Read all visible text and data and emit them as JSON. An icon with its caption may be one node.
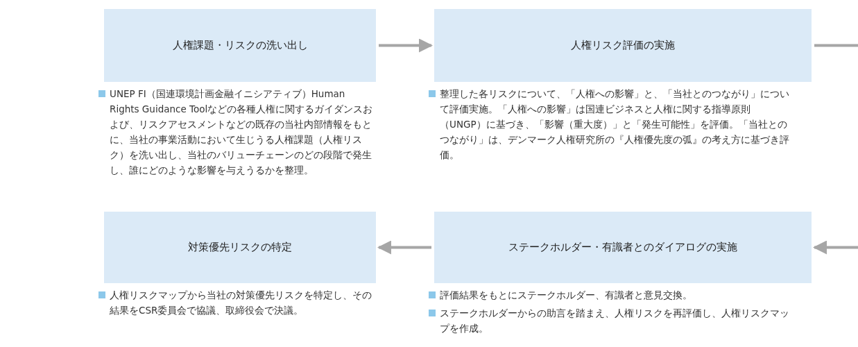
{
  "diagram": {
    "nodes": [
      {
        "text": [
          "人権課題・リスクの洗い出し"
        ],
        "beside": [
          "UNEP FI（国連環境計画金融イニシアティブ）Human Rights Guidance Toolなどの各種人権に関するガイダンスおよび、リスクアセスメントなどの既存の当社内部情報をもとに、当社の事業活動において生じうる人権課題（人権リスク）を洗い出し、当社のバリューチェーンのどの段階で発生し、誰にどのような影響を与えうるかを整理。"
        ]
      },
      {
        "text": [
          "人権リスク評価の実施"
        ],
        "beside": [
          "整理した各リスクについて、「人権への影響」と、「当社とのつながり」について評価実施。「人権への影響」は国連ビジネスと人権に関する指導原則（UNGP）に基づき、「影響（重大度）」と「発生可能性」を評価。「当社とのつながり」は、デンマーク人権研究所の『人権優先度の弧』の考え方に基づき評価。"
        ]
      },
      {
        "text": [
          "対策優先リスクの特定"
        ],
        "beside": [
          "人権リスクマップから当社の対策優先リスクを特定し、その結果をCSR委員会で協議、取締役会で決議。"
        ]
      },
      {
        "text": [
          "ステークホルダー・有識者とのダイアログの実施"
        ],
        "beside": [
          "評価結果をもとにステークホルダー、有識者と意見交換。",
          "ステークホルダーからの助言を踏まえ、人権リスクを再評価し、人権リスクマップを作成。"
        ]
      }
    ],
    "edges": [
      {
        "from": 0,
        "to": 1,
        "arrow": "to"
      },
      {
        "from": 1,
        "to": null,
        "arrow": "none"
      },
      {
        "from": null,
        "to": 3,
        "arrow": "to"
      },
      {
        "from": 3,
        "to": 2,
        "arrow": "to"
      }
    ]
  }
}
